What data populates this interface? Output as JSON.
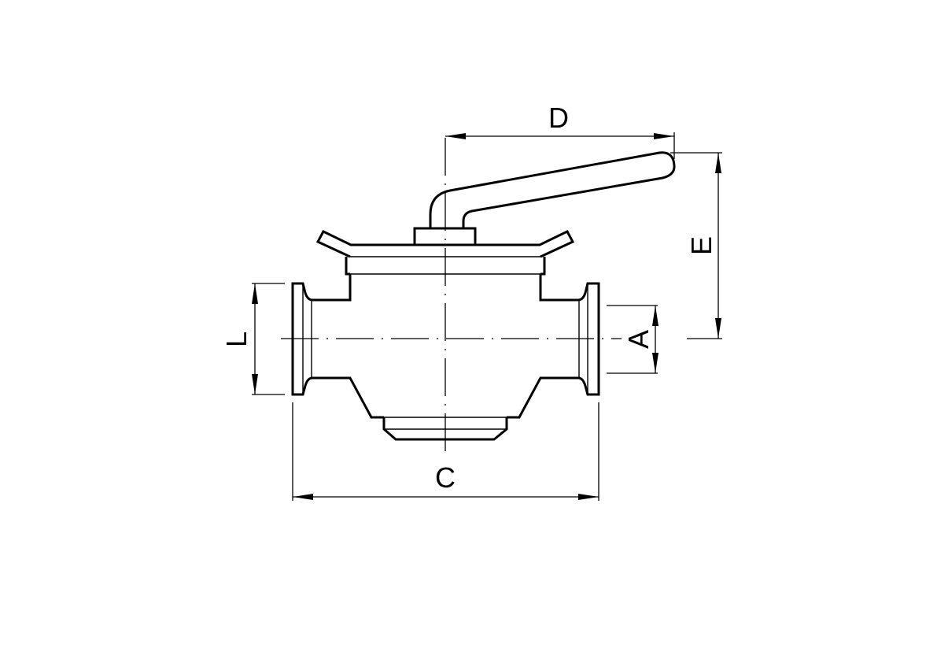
{
  "drawing": {
    "subject": "Sanitary plug valve with clamp ends and lever handle",
    "line_color": "#000000",
    "background": "#ffffff"
  },
  "dimensions": {
    "D": {
      "label": "D",
      "meaning": "handle reach from stem centerline"
    },
    "E": {
      "label": "E",
      "meaning": "height from pipe centerline to handle top"
    },
    "L": {
      "label": "L",
      "meaning": "flange outer diameter"
    },
    "A": {
      "label": "A",
      "meaning": "pipe bore diameter"
    },
    "C": {
      "label": "C",
      "meaning": "overall face-to-face length"
    }
  }
}
